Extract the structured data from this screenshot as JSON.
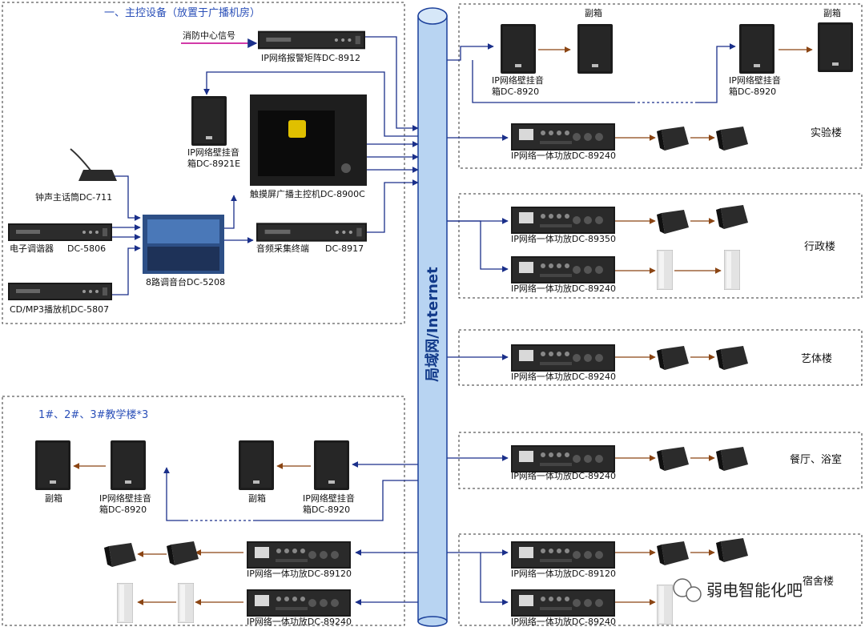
{
  "main_section": {
    "title": "一、主控设备（放置于广播机房）",
    "fire_signal": "消防中心信号",
    "alarm_matrix": "IP网络报警矩阵DC-8912",
    "wall_speaker_8921_l1": "IP网络壁挂音",
    "wall_speaker_8921_l2": "箱DC-8921E",
    "chime_mic": "钟声主话筒DC-711",
    "tuner": "电子调谐器",
    "tuner_model": "DC-5806",
    "cd_player": "CD/MP3播放机DC-5807",
    "mixer": "8路调音台DC-5208",
    "touch_host": "触摸屏广播主控机DC-8900C",
    "audio_collector": "音频采集终端",
    "audio_collector_model": "DC-8917"
  },
  "backbone": {
    "label": "局域网/Internet"
  },
  "buildings": {
    "lab": {
      "name": "实验楼",
      "aux_speaker_a": "副箱",
      "aux_speaker_b": "副箱",
      "wall_speaker_a_l1": "IP网络壁挂音",
      "wall_speaker_a_l2": "箱DC-8920",
      "wall_speaker_b_l1": "IP网络壁挂音",
      "wall_speaker_b_l2": "箱DC-8920",
      "amp": "IP网络一体功放DC-89240"
    },
    "admin": {
      "name": "行政楼",
      "amp_a": "IP网络一体功放DC-89350",
      "amp_b": "IP网络一体功放DC-89240"
    },
    "art": {
      "name": "艺体楼",
      "amp": "IP网络一体功放DC-89240"
    },
    "canteen": {
      "name": "餐厅、浴室",
      "amp": "IP网络一体功放DC-89240"
    },
    "dorm": {
      "name": "宿舍楼",
      "amp_a": "IP网络一体功放DC-89120",
      "amp_b": "IP网络一体功放DC-89240"
    },
    "teaching": {
      "title": "1#、2#、3#教学楼*3",
      "aux_a": "副箱",
      "aux_b": "副箱",
      "wall_a_l1": "IP网络壁挂音",
      "wall_a_l2": "箱DC-8920",
      "wall_b_l1": "IP网络壁挂音",
      "wall_b_l2": "箱DC-8920",
      "amp_a": "IP网络一体功放DC-89120",
      "amp_b": "IP网络一体功放DC-89240"
    }
  },
  "watermark": "弱电智能化吧",
  "colors": {
    "backbone_fill": "#b8d4f2",
    "backbone_stroke": "#1a3f9a",
    "link_blue": "#1a2f8a",
    "speaker_link": "#8b4513",
    "fire_line": "#d23aa8",
    "title_blue": "#2a4fb8"
  }
}
